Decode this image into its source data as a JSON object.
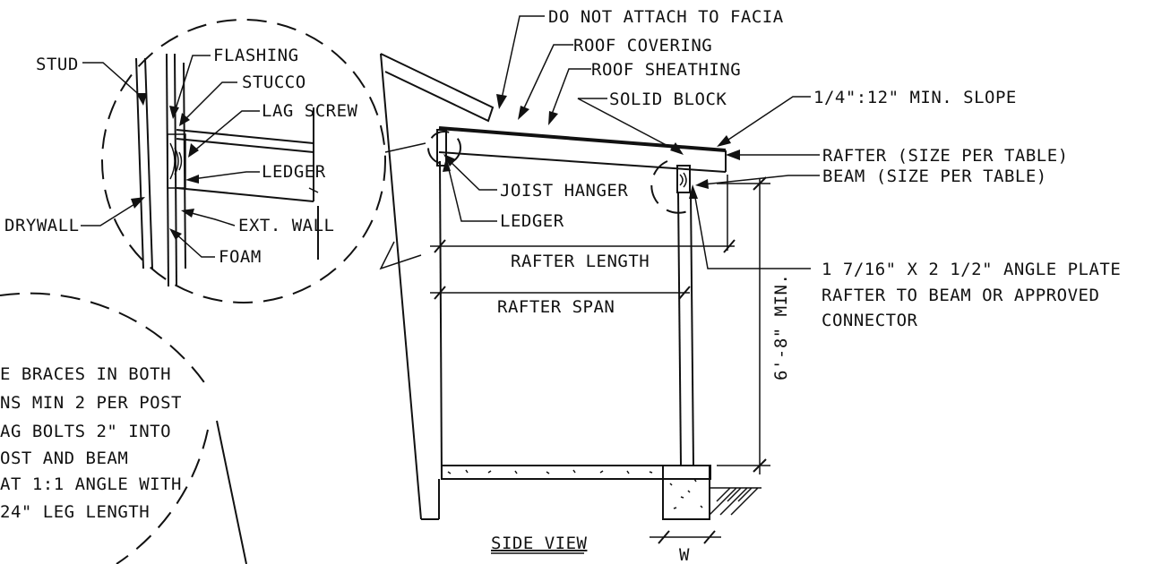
{
  "labels": {
    "do_not_attach": "DO NOT ATTACH TO FACIA",
    "roof_covering": "ROOF COVERING",
    "roof_sheathing": "ROOF SHEATHING",
    "solid_block": "SOLID BLOCK",
    "min_slope": "1/4\":12\" MIN. SLOPE",
    "rafter_size": "RAFTER (SIZE PER TABLE)",
    "beam_size": "BEAM (SIZE PER TABLE)",
    "joist_hanger": "JOIST HANGER",
    "ledger": "LEDGER",
    "rafter_length": "RAFTER LENGTH",
    "rafter_span": "RAFTER SPAN",
    "angle_plate_1": "1 7/16\" X 2 1/2\" ANGLE PLATE",
    "angle_plate_2": "RAFTER TO BEAM OR APPROVED",
    "angle_plate_3": "CONNECTOR",
    "min_height": "6'-8\" MIN.",
    "side_view": "SIDE VIEW",
    "w": "W"
  },
  "detail": {
    "stud": "STUD",
    "flashing": "FLASHING",
    "stucco": "STUCCO",
    "lag_screw": "LAG SCREW",
    "ledger": "LEDGER",
    "drywall": "DRYWALL",
    "ext_wall": "EXT. WALL",
    "foam": "FOAM"
  },
  "braces_note": [
    "E BRACES IN BOTH",
    "NS MIN 2 PER POST",
    "AG BOLTS 2\" INTO",
    "OST AND BEAM",
    "AT 1:1 ANGLE WITH",
    "24\" LEG LENGTH"
  ]
}
